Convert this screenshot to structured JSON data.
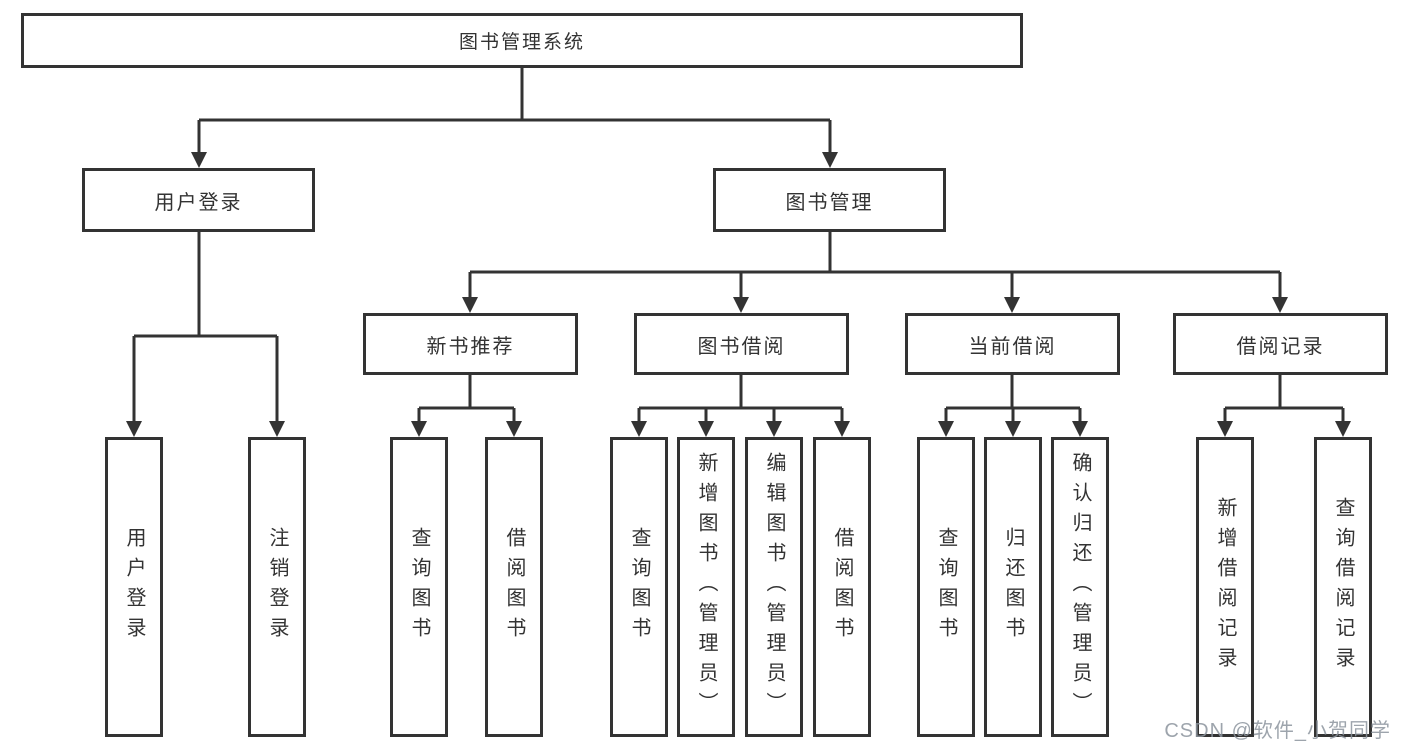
{
  "title": "图书管理系统",
  "branches": [
    {
      "label": "用户登录",
      "children": [
        {
          "label": "用户登录"
        },
        {
          "label": "注销登录"
        }
      ]
    },
    {
      "label": "图书管理",
      "children": [
        {
          "label": "新书推荐",
          "children": [
            {
              "label": "查询图书"
            },
            {
              "label": "借阅图书"
            }
          ]
        },
        {
          "label": "图书借阅",
          "children": [
            {
              "label": "查询图书"
            },
            {
              "label": "新增图书（管理员）"
            },
            {
              "label": "编辑图书（管理员）"
            },
            {
              "label": "借阅图书"
            }
          ]
        },
        {
          "label": "当前借阅",
          "children": [
            {
              "label": "查询图书"
            },
            {
              "label": "归还图书"
            },
            {
              "label": "确认归还（管理员）"
            }
          ]
        },
        {
          "label": "借阅记录",
          "children": [
            {
              "label": "新增借阅记录"
            },
            {
              "label": "查询借阅记录"
            }
          ]
        }
      ]
    }
  ],
  "watermark": "CSDN @软件_小贺同学",
  "colors": {
    "line": "#333333",
    "text": "#333333",
    "background": "#ffffff",
    "watermark_gray": "#8c949e"
  }
}
